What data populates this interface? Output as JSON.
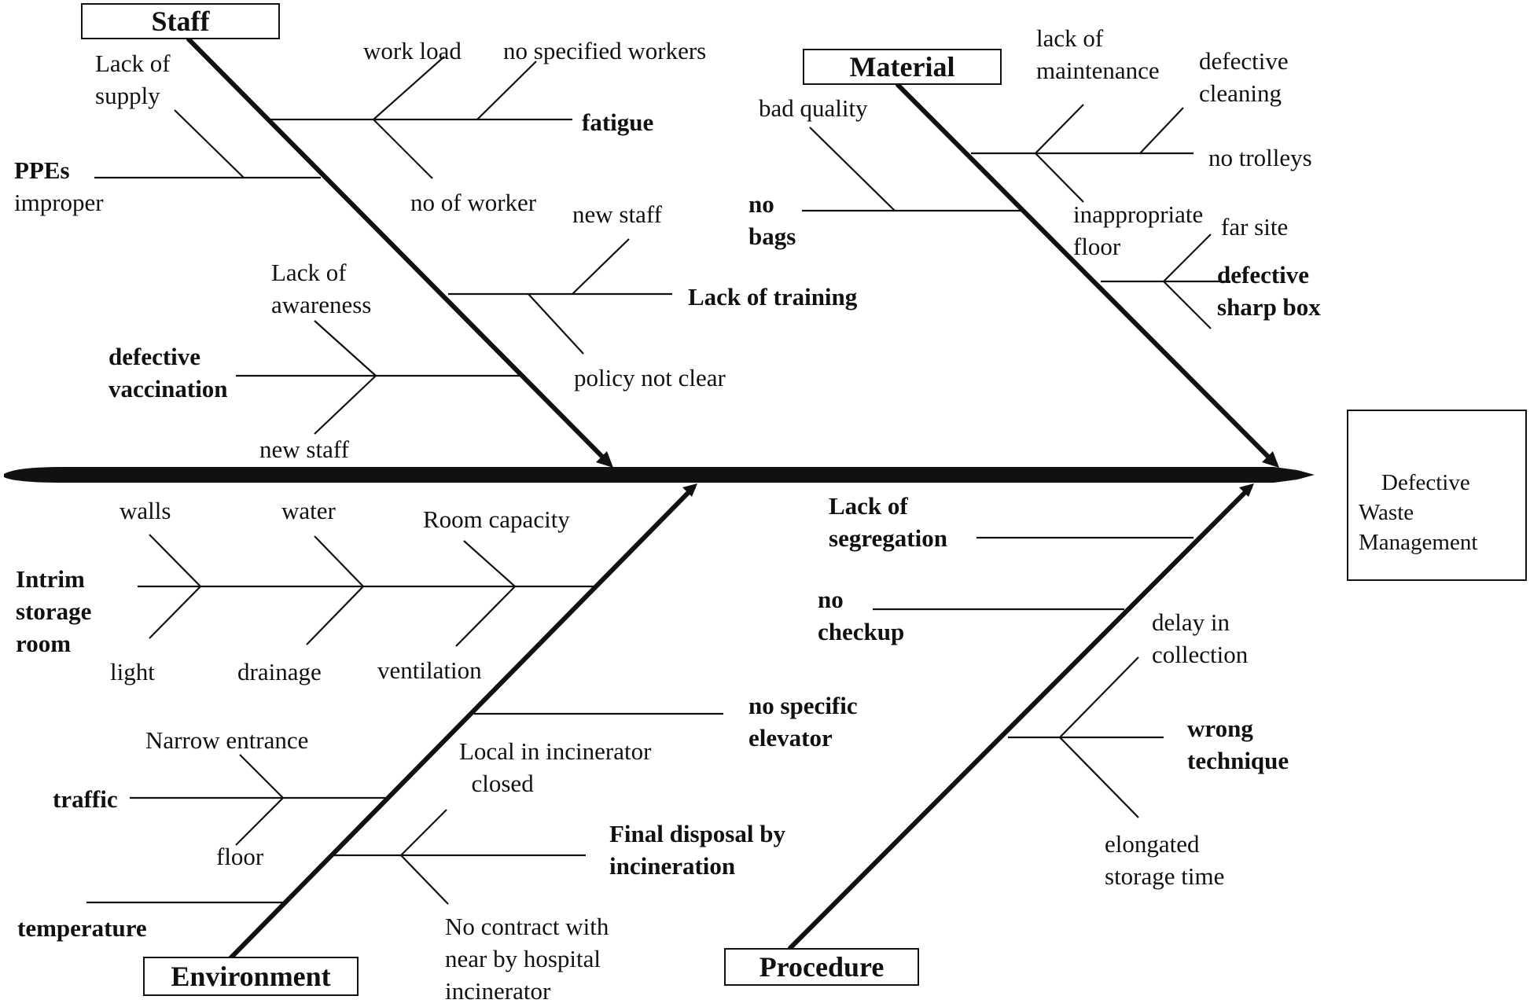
{
  "effect": "Defective\nWaste\nManagement",
  "categories": {
    "staff": "Staff",
    "material": "Material",
    "environment": "Environment",
    "procedure": "Procedure"
  },
  "staff": {
    "lack_of_supply": "Lack of\nsupply",
    "ppes": "PPEs",
    "improper": "improper",
    "work_load": "work load",
    "no_specified_workers": "no specified workers",
    "fatigue": "fatigue",
    "no_of_worker": "no of worker",
    "new_staff_top": "new staff",
    "lack_of_awareness": "Lack of\nawareness",
    "lack_of_training": "Lack of training",
    "defective_vaccination": "defective\nvaccination",
    "policy_not_clear": "policy not clear",
    "new_staff_bottom": "new staff"
  },
  "material": {
    "lack_of_maintenance": "lack of\nmaintenance",
    "defective_cleaning": "defective\ncleaning",
    "bad_quality": "bad quality",
    "no_trolleys": "no trolleys",
    "no_bags": "no\nbags",
    "inappropriate_floor": "inappropriate\nfloor",
    "far_site": "far site",
    "defective_sharp_box": "defective\nsharp box"
  },
  "environment": {
    "walls": "walls",
    "water": "water",
    "room_capacity": "Room capacity",
    "intrim_storage_room": "Intrim\nstorage\nroom",
    "light": "light",
    "drainage": "drainage",
    "ventilation": "ventilation",
    "no_specific_elevator": "no specific\nelevator",
    "narrow_entrance": "Narrow entrance",
    "local_in_incinerator": "Local in incinerator\n  closed",
    "traffic": "traffic",
    "floor": "floor",
    "final_disposal": "Final disposal by\nincineration",
    "temperature": "temperature",
    "no_contract": "No contract with\nnear by hospital\nincinerator"
  },
  "procedure": {
    "lack_of_segregation": "Lack of\nsegregation",
    "no_checkup": "no\ncheckup",
    "delay_in_collection": "delay in\ncollection",
    "wrong_technique": "wrong\ntechnique",
    "elongated_storage_time": "elongated\nstorage time"
  }
}
